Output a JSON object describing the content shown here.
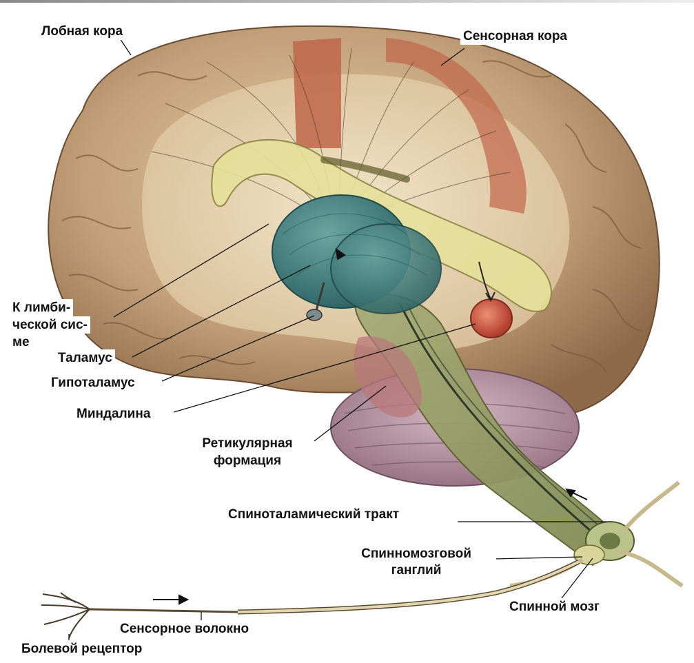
{
  "labels": {
    "frontal_cortex": "Лобная кора",
    "sensory_cortex": "Сенсорная кора",
    "to_limbic_1": "К лимби-",
    "to_limbic_2": "ческой сис-",
    "to_limbic_3": "ме",
    "thalamus": "Таламус",
    "hypothalamus": "Гипоталамус",
    "amygdala": "Миндалина",
    "reticular_1": "Ретикулярная",
    "reticular_2": "формация",
    "spinothalamic_tract": "Спиноталамический тракт",
    "spinal_ganglion_1": "Спинномозговой",
    "spinal_ganglion_2": "ганглий",
    "spinal_cord": "Спинной мозг",
    "sensory_fiber": "Сенсорное волокно",
    "pain_receptor": "Болевой рецептор"
  },
  "colors": {
    "cortex": "#b7936a",
    "cortex_dark": "#7a5a3c",
    "inner": "#ead9b8",
    "thalamus": "#3f7e7e",
    "sensory_strip": "#c0664a",
    "brainstem": "#9aa46a",
    "cerebellum": "#a8879a",
    "amygdala": "#c44a3a",
    "corpus_callosum": "#e6e09a"
  }
}
